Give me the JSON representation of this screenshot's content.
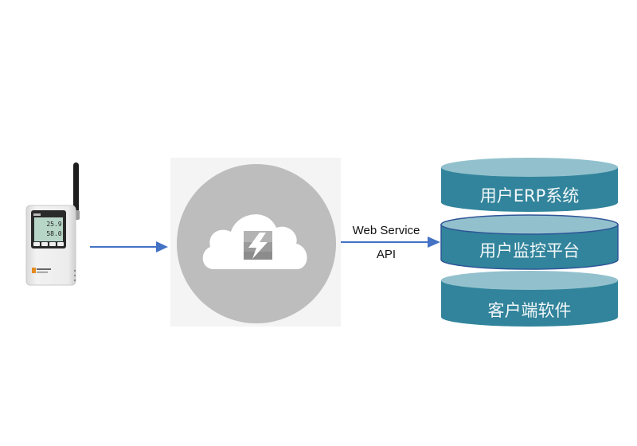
{
  "diagram": {
    "device": {
      "name": "temperature-humidity-data-logger",
      "display_readings": [
        "25.9",
        "58.0"
      ]
    },
    "cloud": {
      "name": "cloud-platform",
      "icon": "cloud-lightning-icon"
    },
    "connection": {
      "label_line1": "Web Service",
      "label_line2": "API"
    },
    "stack": [
      {
        "label": "用户ERP系统"
      },
      {
        "label": "用户监控平台"
      },
      {
        "label": "客户端软件"
      }
    ],
    "colors": {
      "arrow": "#4472c4",
      "cylinder_body": "#31849b",
      "cylinder_top": "#92c1cd",
      "cylinder_highlight_border": "#2f5597",
      "cloud_circle": "#bdbdbd",
      "panel_bg": "#f4f4f4"
    }
  }
}
